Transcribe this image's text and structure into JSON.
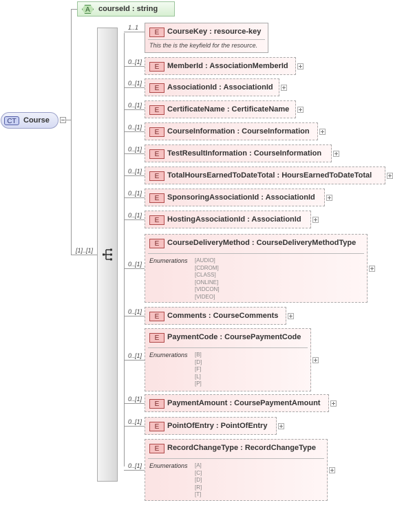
{
  "complex_type": {
    "tag": "CT",
    "name": "Course"
  },
  "attribute": {
    "tag": "A",
    "name": "courseId : string"
  },
  "sequence": {
    "occurrence": "[1]..[1]"
  },
  "elements": [
    {
      "tag": "E",
      "name": "CourseKey : resource-key",
      "occurrence": "1..1",
      "documentation": "This the is the keyfield for the resource."
    },
    {
      "tag": "E",
      "name": "MemberId : AssociationMemberId",
      "occurrence": "0..[1]"
    },
    {
      "tag": "E",
      "name": "AssociationId : AssociationId",
      "occurrence": "0..[1]"
    },
    {
      "tag": "E",
      "name": "CertificateName : CertificateName",
      "occurrence": "0..[1]"
    },
    {
      "tag": "E",
      "name": "CourseInformation : CourseInformation",
      "occurrence": "0..[1]"
    },
    {
      "tag": "E",
      "name": "TestResultInformation : CourseInformation",
      "occurrence": "0..[1]"
    },
    {
      "tag": "E",
      "name": "TotalHoursEarnedToDateTotal : HoursEarnedToDateTotal",
      "occurrence": "0..[1]"
    },
    {
      "tag": "E",
      "name": "SponsoringAssociationId : AssociationId",
      "occurrence": "0..[1]"
    },
    {
      "tag": "E",
      "name": "HostingAssociationId : AssociationId",
      "occurrence": "0..[1]"
    },
    {
      "tag": "E",
      "name": "CourseDeliveryMethod : CourseDeliveryMethodType",
      "occurrence": "0..[1]",
      "enumerations_label": "Enumerations",
      "enumerations": [
        "[AUDIO]",
        "[CDROM]",
        "[CLASS]",
        "[ONLINE]",
        "[VIDCON]",
        "[VIDEO]"
      ]
    },
    {
      "tag": "E",
      "name": "Comments : CourseComments",
      "occurrence": "0..[1]"
    },
    {
      "tag": "E",
      "name": "PaymentCode : CoursePaymentCode",
      "occurrence": "0..[1]",
      "enumerations_label": "Enumerations",
      "enumerations": [
        "[B]",
        "[D]",
        "[F]",
        "[L]",
        "[P]"
      ]
    },
    {
      "tag": "E",
      "name": "PaymentAmount : CoursePaymentAmount",
      "occurrence": "0..[1]"
    },
    {
      "tag": "E",
      "name": "PointOfEntry : PointOfEntry",
      "occurrence": "0..[1]"
    },
    {
      "tag": "E",
      "name": "RecordChangeType : RecordChangeType",
      "occurrence": "0..[1]",
      "enumerations_label": "Enumerations",
      "enumerations": [
        "[A]",
        "[C]",
        "[D]",
        "[R]",
        "[T]"
      ]
    }
  ]
}
